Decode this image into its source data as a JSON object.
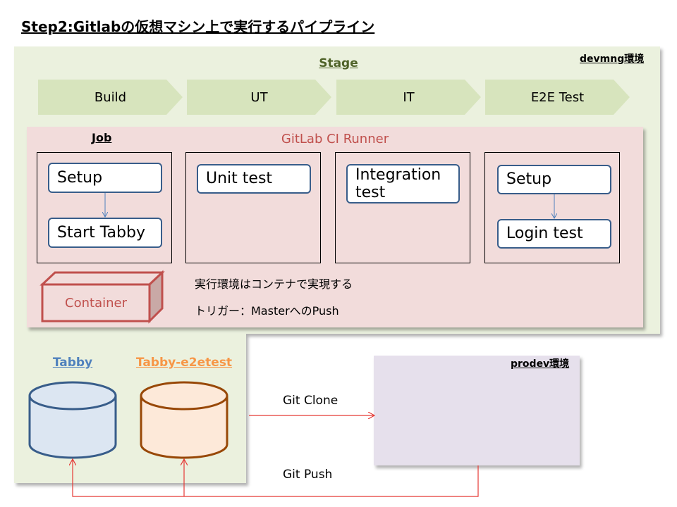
{
  "page_title": "Step2:Gitlabの仮想マシン上で実行するパイプライン",
  "devmng": {
    "label": "devmng環境",
    "stage_title": "Stage",
    "stages": [
      "Build",
      "UT",
      "IT",
      "E2E Test"
    ]
  },
  "runner": {
    "title": "GitLab CI Runner",
    "job_label": "Job",
    "jobs": [
      {
        "tasks": [
          "Setup",
          "Start Tabby"
        ]
      },
      {
        "tasks": [
          "Unit test"
        ]
      },
      {
        "tasks": [
          "Integration test"
        ]
      },
      {
        "tasks": [
          "Setup",
          "Login test"
        ]
      }
    ],
    "container_label": "Container",
    "notes": [
      "実行環境はコンテナで実現する",
      "トリガー：MasterへのPush"
    ]
  },
  "databases": [
    {
      "label": "Tabby",
      "color": "#4f81bd",
      "fill": "#dce6f2",
      "stroke": "#385d8a"
    },
    {
      "label": "Tabby-e2etest",
      "color": "#f79646",
      "fill": "#fde9d9",
      "stroke": "#984807"
    }
  ],
  "prodev": {
    "label": "prodev環境"
  },
  "edges": {
    "clone_label": "Git Clone",
    "push_label": "Git Push"
  },
  "colors": {
    "devmng_bg": "#ebf1de",
    "stage_chevron": "#d7e4bd",
    "runner_bg": "#f2dcdb",
    "runner_title": "#c0504d",
    "prodev_bg": "#e6e0ec",
    "edge": "#e53935"
  }
}
